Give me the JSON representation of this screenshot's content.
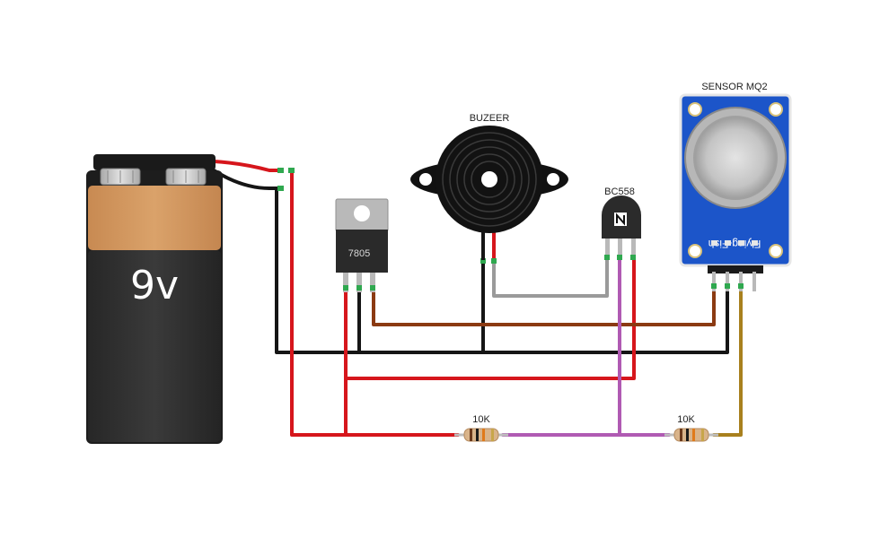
{
  "diagram": {
    "battery": {
      "label": "9v"
    },
    "regulator": {
      "label": "7805"
    },
    "buzzer": {
      "label": "BUZEER"
    },
    "transistor": {
      "label": "BC558"
    },
    "sensor": {
      "label": "SENSOR MQ2",
      "silkscreen": "Flying-Fish"
    },
    "resistors": [
      {
        "label": "10K"
      },
      {
        "label": "10K"
      }
    ],
    "colors": {
      "red_wire": "#d6161c",
      "black_wire": "#151515",
      "brown_wire": "#8b3a12",
      "gray_wire": "#9a9a9a",
      "purple_wire": "#b05ab3",
      "olive_wire": "#a8801e",
      "battery_top": "#d39b63",
      "battery_body": "#2f2f2f",
      "sensor_board": "#1c55c9"
    }
  }
}
